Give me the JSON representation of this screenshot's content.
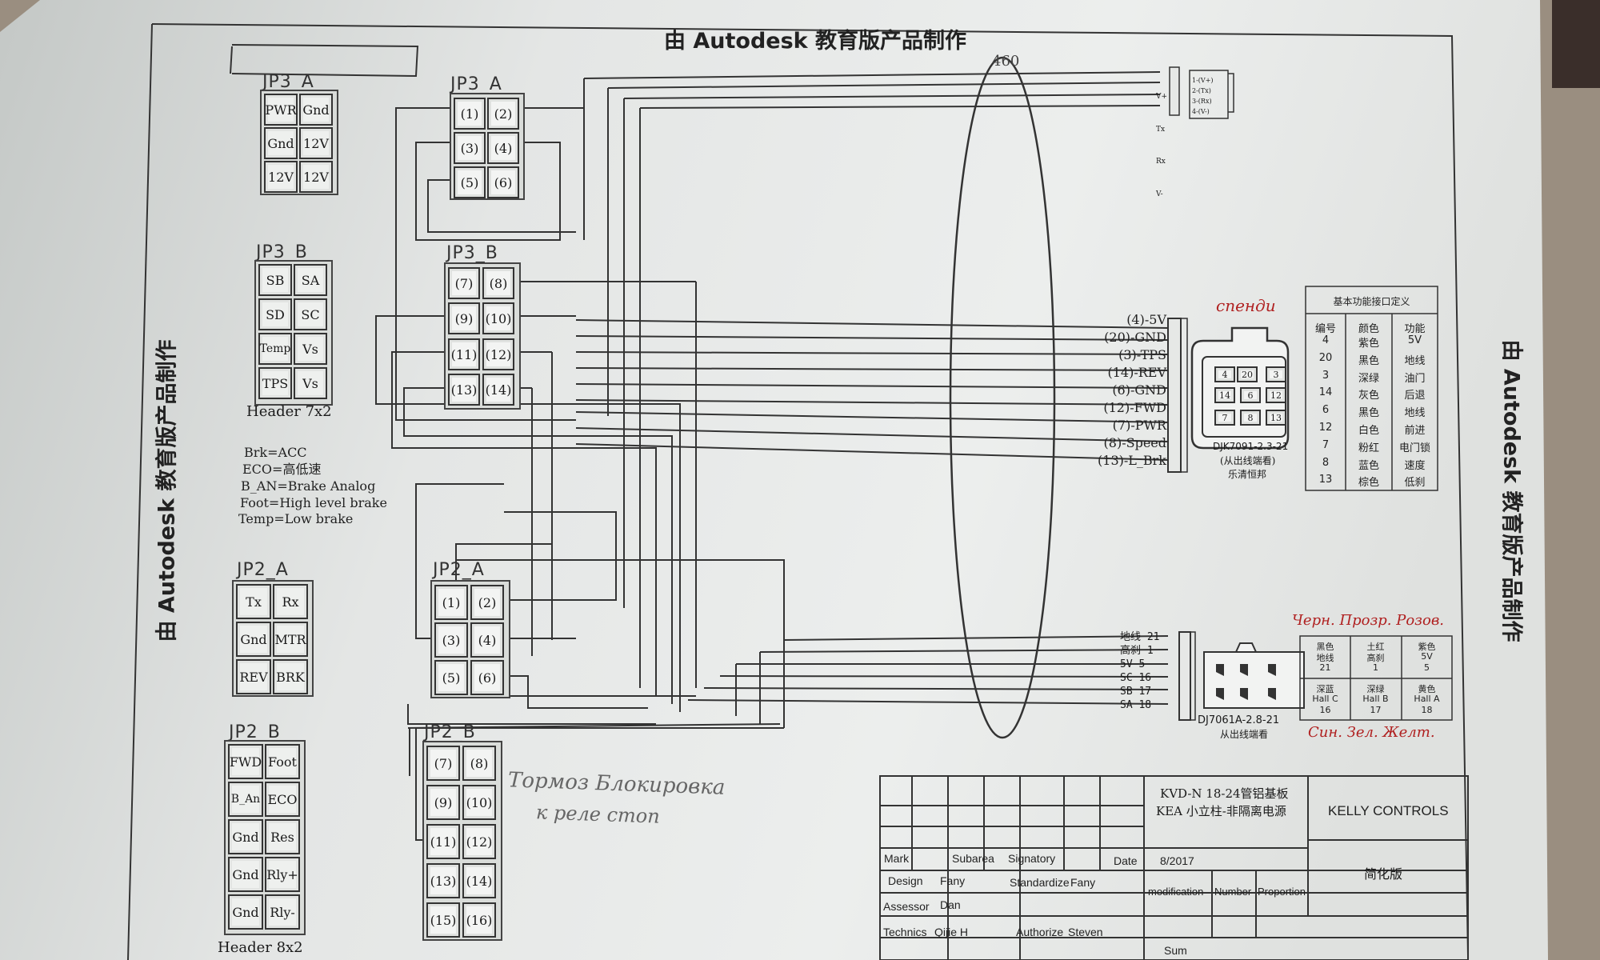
{
  "watermark": {
    "top": "由 Autodesk 教育版产品制作",
    "left": "由 Autodesk 教育版产品制作",
    "right": "由 Autodesk 教育版产品制作"
  },
  "dimension_label": "460",
  "left_connectors": {
    "jp3a": {
      "title": "JP3_A",
      "pins": [
        "PWR",
        "Gnd",
        "Gnd",
        "12V",
        "12V",
        "12V"
      ]
    },
    "jp3b": {
      "title": "JP3_B",
      "pins": [
        "SB",
        "SA",
        "SD",
        "SC",
        "Temp",
        "Vs",
        "TPS",
        "Vs"
      ],
      "footer": "Header 7x2"
    },
    "jp2a": {
      "title": "JP2_A",
      "pins": [
        "Tx",
        "Rx",
        "Gnd",
        "MTR",
        "REV",
        "BRK"
      ]
    },
    "jp2b": {
      "title": "JP2_B",
      "pins": [
        "FWD",
        "Foot",
        "B_An",
        "ECO",
        "Gnd",
        "Res",
        "Gnd",
        "Rly+",
        "Gnd",
        "Rly-"
      ],
      "footer": "Header 8x2"
    }
  },
  "notes": [
    "Brk=ACC",
    "ECO=高低速",
    "B_AN=Brake Analog",
    "Foot=High level brake",
    "Temp=Low brake"
  ],
  "center_connectors": {
    "jp3a": {
      "title": "JP3_A",
      "pins": [
        "(1)",
        "(2)",
        "(3)",
        "(4)",
        "(5)",
        "(6)"
      ]
    },
    "jp3b": {
      "title": "JP3_B",
      "pins": [
        "(7)",
        "(8)",
        "(9)",
        "(10)",
        "(11)",
        "(12)",
        "(13)",
        "(14)"
      ]
    },
    "jp2a": {
      "title": "JP2_A",
      "pins": [
        "(1)",
        "(2)",
        "(3)",
        "(4)",
        "(5)",
        "(6)"
      ]
    },
    "jp2b": {
      "title": "JP2_B",
      "pins": [
        "(7)",
        "(8)",
        "(9)",
        "(10)",
        "(11)",
        "(12)",
        "(13)",
        "(14)",
        "(15)",
        "(16)"
      ]
    }
  },
  "comm_connector": {
    "labels_left": [
      "V+",
      "Tx",
      "Rx",
      "V-"
    ],
    "labels_right": [
      "1-(V+)",
      "2-(Tx)",
      "3-(Rx)",
      "4-(V-)"
    ]
  },
  "throttle_signals": [
    "(4)-5V",
    "(20)-GND",
    "(3)-TPS",
    "(14)-REV",
    "(6)-GND",
    "(12)-FWD",
    "(7)-PWR",
    "(8)-Speed",
    "(13)-L_Brk"
  ],
  "throttle_connector": {
    "pins": [
      "4",
      "20",
      "3",
      "14",
      "6",
      "12",
      "7",
      "8",
      "13"
    ],
    "part": "DJK7091-2.3-21",
    "sub1": "(从出线端看)",
    "sub2": "乐清恒邦"
  },
  "func_table": {
    "title": "基本功能接口定义",
    "headers": [
      "编号",
      "颜色",
      "功能"
    ],
    "rows": [
      [
        "4",
        "紫色",
        "5V"
      ],
      [
        "20",
        "黑色",
        "地线"
      ],
      [
        "3",
        "深绿",
        "油门"
      ],
      [
        "14",
        "灰色",
        "后退"
      ],
      [
        "6",
        "黑色",
        "地线"
      ],
      [
        "12",
        "白色",
        "前进"
      ],
      [
        "7",
        "粉红",
        "电门锁"
      ],
      [
        "8",
        "蓝色",
        "速度"
      ],
      [
        "13",
        "棕色",
        "低刹"
      ]
    ]
  },
  "hall_signals": [
    "地线 21",
    "高刹 1",
    "5V 5",
    "SC 16",
    "SB 17",
    "SA 18"
  ],
  "hall_connector": {
    "part": "DJ7061A-2.8-21",
    "sub": "从出线端看"
  },
  "hall_table": {
    "row1": [
      [
        "黑色",
        "地线",
        "21"
      ],
      [
        "土红",
        "高刹",
        "1"
      ],
      [
        "紫色",
        "5V",
        "5"
      ]
    ],
    "row2": [
      [
        "深蓝",
        "Hall C",
        "16"
      ],
      [
        "深绿",
        "Hall B",
        "17"
      ],
      [
        "黄色",
        "Hall A",
        "18"
      ]
    ]
  },
  "handwriting": {
    "spektr": "спенди",
    "top_colors": "Черн. Прозр. Розов.",
    "bottom_colors": "Син. Зел. Желт.",
    "brake_line1": "Тормоз Блокировка",
    "brake_line2": "к реле стоп"
  },
  "title_block": {
    "project1": "KVD-N 18-24管铝基板",
    "project2": "KEA 小立柱-非隔离电源",
    "company": "KELLY CONTROLS",
    "version": "简化版",
    "mark": "Mark",
    "subarea": "Subarea",
    "signatory": "Signatory",
    "date_label": "Date",
    "date_value": "8/2017",
    "design": "Design",
    "design_name": "Fany",
    "standardize": "Standardize",
    "standardize_name": "Fany",
    "assessor": "Assessor",
    "assessor_name": "Dan",
    "technics": "Technics",
    "technics_name": "Qijie H",
    "authorize": "Authorize",
    "authorize_name": "Steven",
    "modification": "modification",
    "number": "Number",
    "proportion": "Proportion",
    "sum": "Sum"
  }
}
